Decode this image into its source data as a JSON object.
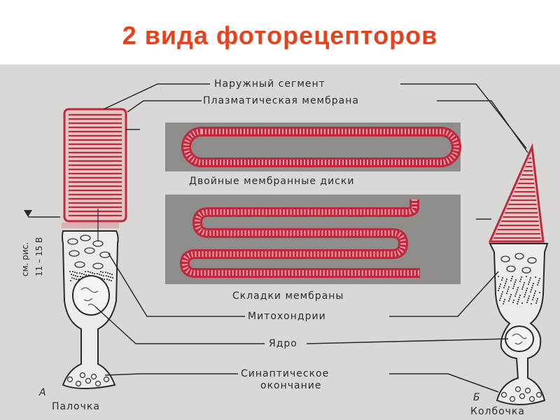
{
  "title": "2 вида фоторецепторов",
  "labels": {
    "outer_segment": "Наружный сегмент",
    "plasma_membrane": "Плазматическая мембрана",
    "double_discs": "Двойные мембранные диски",
    "membrane_folds": "Складки мембраны",
    "mitochondria": "Митохондрии",
    "nucleus": "Ядро",
    "synaptic_1": "Синаптическое",
    "synaptic_2": "окончание",
    "rod": "Палочка",
    "cone": "Колбочка",
    "letter_a": "А",
    "letter_b": "Б",
    "see_fig_1": "см. рис.",
    "see_fig_2": "11 – 15 В"
  },
  "colors": {
    "title": "#e8421c",
    "membrane": "#c0283c",
    "membrane_light": "#f29aa8",
    "panel": "#8f8d8b",
    "background": "#dad8d6",
    "line": "#2a2a2a"
  }
}
